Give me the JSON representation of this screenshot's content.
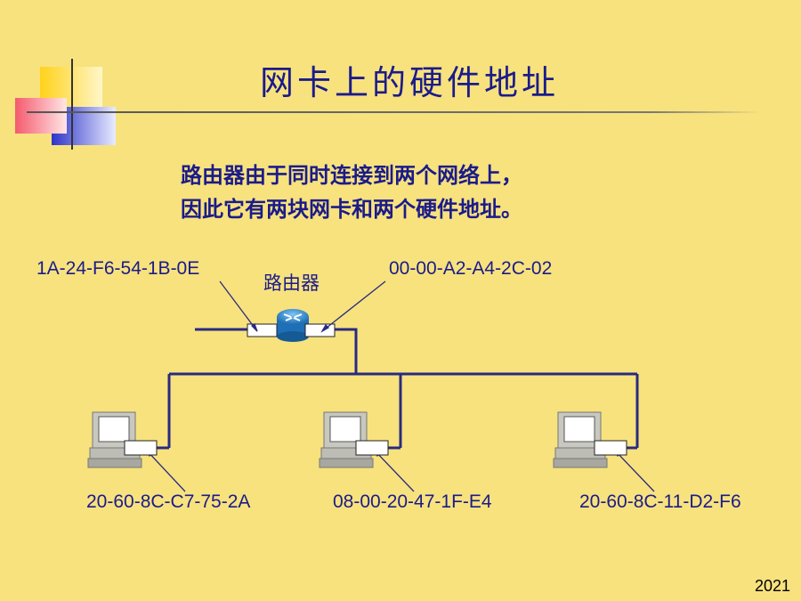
{
  "slide": {
    "title": "网卡上的硬件地址",
    "subtitle_line1": "路由器由于同时连接到两个网络上，",
    "subtitle_line2": "因此它有两块网卡和两个硬件地址。",
    "router_label": "路由器",
    "router_mac_left": "1A-24-F6-54-1B-0E",
    "router_mac_right": "00-00-A2-A4-2C-02",
    "host_macs": [
      "20-60-8C-C7-75-2A",
      "08-00-20-47-1F-E4",
      "20-60-8C-11-D2-F6"
    ],
    "page_number": "2021"
  },
  "colors": {
    "background": "#F7E27E",
    "text": "#1B1B8A",
    "line": "#2A2A80",
    "deco_yellow": "#FFD21A",
    "deco_pink": "#F45A6E",
    "deco_blue": "#2E33C9"
  }
}
